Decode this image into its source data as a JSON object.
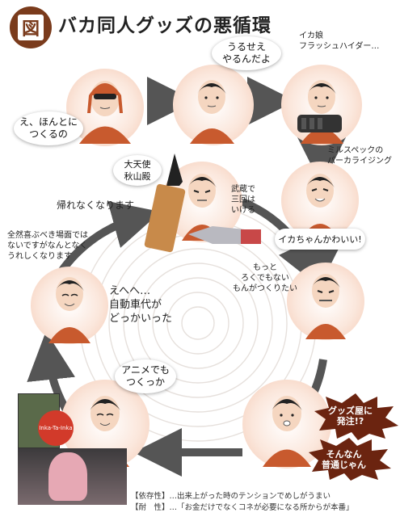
{
  "header": {
    "badge": "図",
    "title": "バカ同人グッズの悪循環"
  },
  "nodes": {
    "n1_speech": "え、ほんとに\nつくるの",
    "n2_speech": "うるせえ\nやるんだよ",
    "n3_text": "イカ娘\nフラッシュハイダー…",
    "n4_text": "ミルスペックの\nパーカライジング",
    "n4_speech": "イカちゃんかわいい!",
    "n5_text": "もっと\nろくでもない\nもんがつくりたい",
    "n6_speech_1": "グッズ屋に\n発注!?",
    "n6_speech_2": "そんなん\n普通じゃん",
    "n7_speech": "アニメでも\nつくっか",
    "n8_text": "えへへ…\n自動車代が\nどっかいった",
    "n9_text": "全然喜ぶべき場面では\nないですがなんとなく\nうれしくなります",
    "loop_text": "帰れなくなります",
    "shell_label": "大天使\n秋山殿",
    "center_text": "武蔵で\n三回は\nいける"
  },
  "captions": {
    "line1": "【依存性】…出来上がった時のテンションでめしがうまい",
    "line2": "【耐　性】…「お金だけでなくコネが必要になる所からが本番」"
  },
  "seal_text": "Inka-Ta-Inka",
  "colors": {
    "accent": "#7a3b1c",
    "shirt": "#c85a2e",
    "arrow": "#555555",
    "circle": "#f4c9b3",
    "burst": "#6b2410"
  }
}
